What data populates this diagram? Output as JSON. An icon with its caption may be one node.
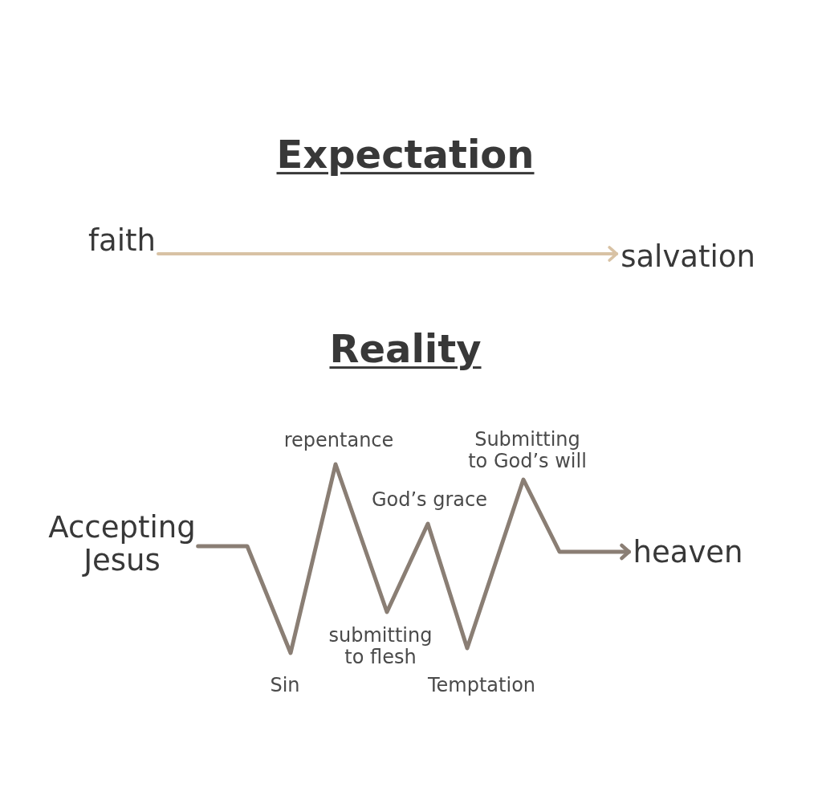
{
  "diagram": {
    "nodes": [
      {
        "text": [
          "faith"
        ]
      },
      {
        "text": [
          "salvation"
        ]
      },
      {
        "text": [
          "Accepting Jesus"
        ]
      },
      {
        "text": [
          "heaven"
        ]
      }
    ],
    "edges": [
      {
        "from": 0,
        "to": 1,
        "arrow": "to",
        "color": "#d8c2a4"
      },
      {
        "from": 2,
        "to": 3,
        "arrow": "to",
        "color": "#8a7e74"
      }
    ],
    "labels": [
      "Expectation",
      "Reality",
      "repentance",
      "Submitting to God’s will",
      "God’s grace",
      "submitting to flesh",
      "Sin",
      "Temptation"
    ]
  }
}
